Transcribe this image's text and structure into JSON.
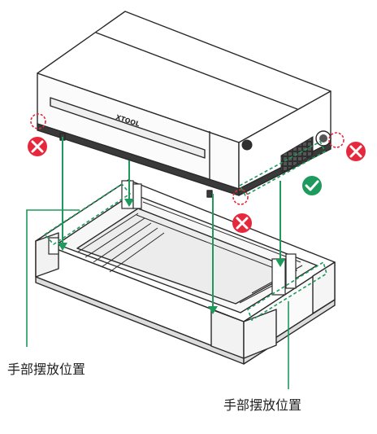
{
  "labels": {
    "hand_position_left": "手部摆放位置",
    "hand_position_right": "手部摆放位置"
  },
  "device_brand": "XTOOL",
  "markers": [
    {
      "kind": "wrong",
      "icon": "cross-icon"
    },
    {
      "kind": "wrong",
      "icon": "cross-icon"
    },
    {
      "kind": "wrong",
      "icon": "cross-icon"
    },
    {
      "kind": "correct",
      "icon": "check-icon"
    }
  ],
  "colors": {
    "guide_green": "#1e9a5c",
    "wrong_red": "#e5283b",
    "correct_green": "#1e9a5c",
    "outline": "#2a2a2a",
    "machine_body": "#ffffff",
    "machine_dark": "#3a3a3a"
  }
}
